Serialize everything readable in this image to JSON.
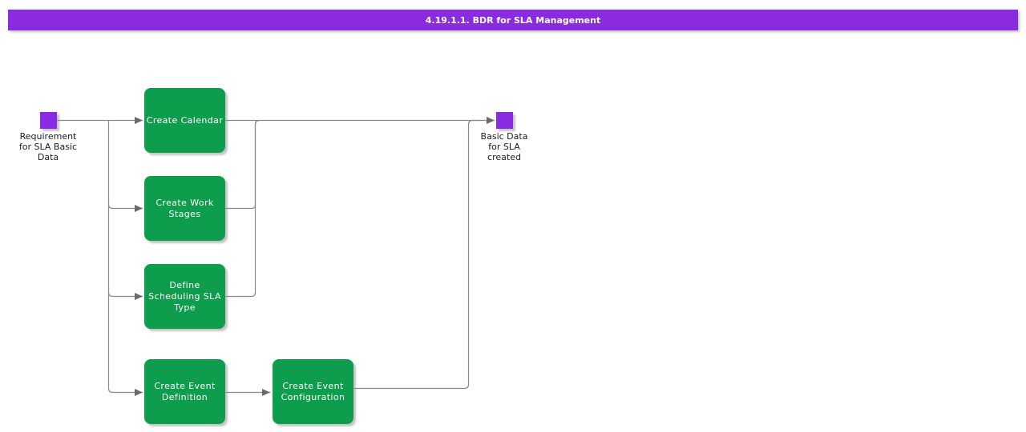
{
  "title_bar": {
    "text": "4.19.1.1. BDR for SLA Management"
  },
  "colors": {
    "accent_purple": "#8A2BE2",
    "task_green": "#0E9D4C",
    "connector_gray": "#898989",
    "arrow_gray": "#6A6A6A"
  },
  "diagram": {
    "start_event": {
      "label": "Requirement\nfor SLA Basic\nData"
    },
    "end_event": {
      "label": "Basic Data\nfor SLA\ncreated"
    },
    "tasks": [
      {
        "id": "create-calendar",
        "label": "Create Calendar"
      },
      {
        "id": "create-work-stages",
        "label": "Create Work\nStages"
      },
      {
        "id": "define-scheduling-sla-type",
        "label": "Define\nScheduling SLA\nType"
      },
      {
        "id": "create-event-definition",
        "label": "Create Event\nDefinition"
      },
      {
        "id": "create-event-configuration",
        "label": "Create Event\nConfiguration"
      }
    ]
  }
}
